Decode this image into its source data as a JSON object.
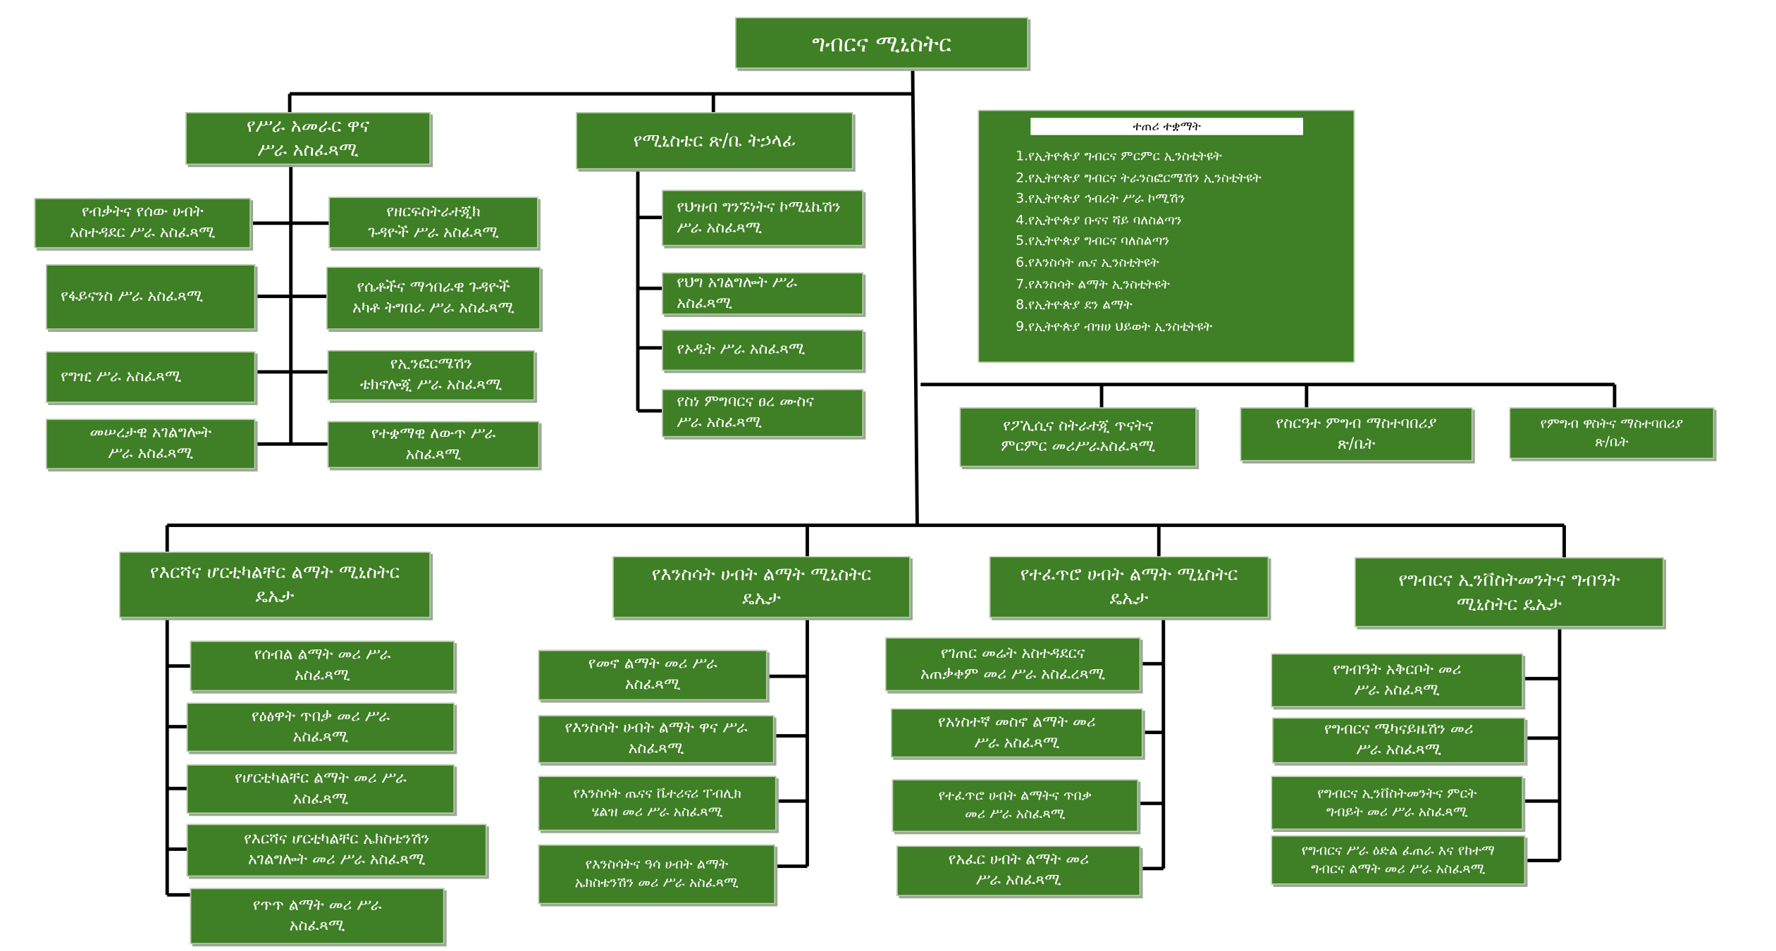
{
  "minister": "ግብርና ሚኒስትር",
  "affiliated_institutions": {
    "title": "ተጠሪ ተቋማት",
    "items": [
      "1.የኢትዮጵያ ግብርና ምርምር ኢንስቲትዩት",
      "2.የኢትዮጵያ ግብርና ትራንስፎርሜሽን ኢንስቲትዩት",
      "3.የኢትዮጵያ ኅብረት ሥራ ኮሚሽን",
      "4.የኢትዮጵያ ቡናና ሻይ ባለስልጣን",
      "5.የኢትዮጵያ ግብርና ባለስልጣን",
      "6.የእንስሳት ጤና ኢንስቲትዩት",
      "7.የእንስሳት ልማት ኢንስቲትዩት",
      "8.የኢትዮጵያ ደን ልማት",
      "9.የኢትዮጵያ ብዝሀ ህይወት ኢንስቲትዩት"
    ]
  },
  "chief_of_staff": {
    "title": "የሥራ አመራር ዋና\nሥራ አስፈጻሚ",
    "left": [
      "የብቃትና የሰው ሀብት\nአስተዳደር ሥራ አስፈጻሚ",
      "የፋይናንስ ሥራ አስፈጻሚ",
      "የግዢ ሥራ አስፈጻሚ",
      "መሠረታዊ አገልግሎት\nሥራ አስፈጻሚ"
    ],
    "right": [
      "የዘርፍስትራተጂክ\nጉዳዮች ሥራ አስፈጻሚ",
      "የሴቶችና ማኅበራዊ ጉዳዮች\nአካቶ ትግበራ ሥራ አስፈጻሚ",
      "የኢንፎርሜሽን\nቴክኖሎጂ ሥራ አስፈጻሚ",
      "የተቋማዊ ለውጥ ሥራ\nአስፈጻሚ"
    ]
  },
  "minister_office": {
    "title": "የሚኒስቴር ጽ/ቤ ትኃላፊ",
    "items": [
      "የህዝብ ግንኙነትና ኮሚኒኬሽን\nሥራ አስፈጻሚ",
      "የህግ አገልግሎት ሥራ\nአስፈጻሚ",
      "የኦዲት ሥራ አስፈጻሚ",
      "የስነ ምግባርና ፀረ ሙስና\nሥራ አስፈጻሚ"
    ]
  },
  "direct_offices": [
    "የፖሊሲና ስትራተጂ ጥናትና\nምርምር መሪሥራአስፈጻሚ",
    "የስርዓተ ምግብ ማስተባበሪያ\nጽ/ቤት",
    "የምግብ ዋስትና ማስተባበሪያ\nጽ/ቤት"
  ],
  "state_ministers": [
    {
      "title": "የእርሻና ሆርቲካልቸር ልማት ሚኒስትር\nዴኤታ",
      "items": [
        "የሰብል ልማት መሪ ሥራ\nአስፈጻሚ",
        "የዕፅዋት ጥበቃ መሪ ሥራ\nአስፈጻሚ",
        "የሆርቲካልቸር ልማት መሪ ሥራ\nአስፈጻሚ",
        "የእርሻና ሆርቲካልቸር ኤክስቴንሽን\nአገልግሎት መሪ ሥራ አስፈጻሚ",
        "የጥጥ ልማት መሪ ሥራ\nአስፈጻሚ"
      ]
    },
    {
      "title": "የእንስሳት ሀብት ልማት ሚኒስትር\nዴኤታ",
      "items": [
        "የመኖ ልማት መሪ ሥራ\nአስፈጻሚ",
        "የእንስሳት ሀብት ልማት ዋና ሥራ\nአስፈጻሚ",
        "የእንስሳት ጤናና ቬተሪናሪ ፐብሊክ\nሄልዝ መሪ ሥራ አስፈጻሚ",
        "የእንስሳትና ዓሳ ሀብት ልማት\nኤክስቴንሽን መሪ ሥራ አስፈጻሚ"
      ]
    },
    {
      "title": "የተፈጥሮ ሀብት ልማት ሚኒስትር\nዴኤታ",
      "items": [
        "የገጠር መሬት አስተዳደርና\nአጠቃቀም መሪ ሥራ አስፈረጻሚ",
        "የአነስተኛ መስኖ ልማት መሪ\nሥራ አስፈጻሚ",
        "የተፈጥሮ ሀብት ልማትና ጥበቃ\nመሪ ሥራ አስፈጻሚ",
        "የአፈር ሀብት ልማት መሪ\nሥራ አስፈጻሚ"
      ]
    },
    {
      "title": "የግብርና ኢንቨስትመንትና ግብዓት\nሚኒስትር ዴኤታ",
      "items": [
        "የግብዓት አቅርቦት መሪ\nሥራ አስፈጻሚ",
        "የግብርና ሜካናይዜሽን መሪ\nሥራ አስፈጻሚ",
        "የግብርና ኢንቨስትመንትና ምርት\nግብይት መሪ ሥራ አስፈጻሚ",
        "የግብርና ሥራ ዕድል ፈጠራ እና የከተማ\nግብርና ልማት መሪ ሥራ አስፈጻሚ"
      ]
    }
  ]
}
